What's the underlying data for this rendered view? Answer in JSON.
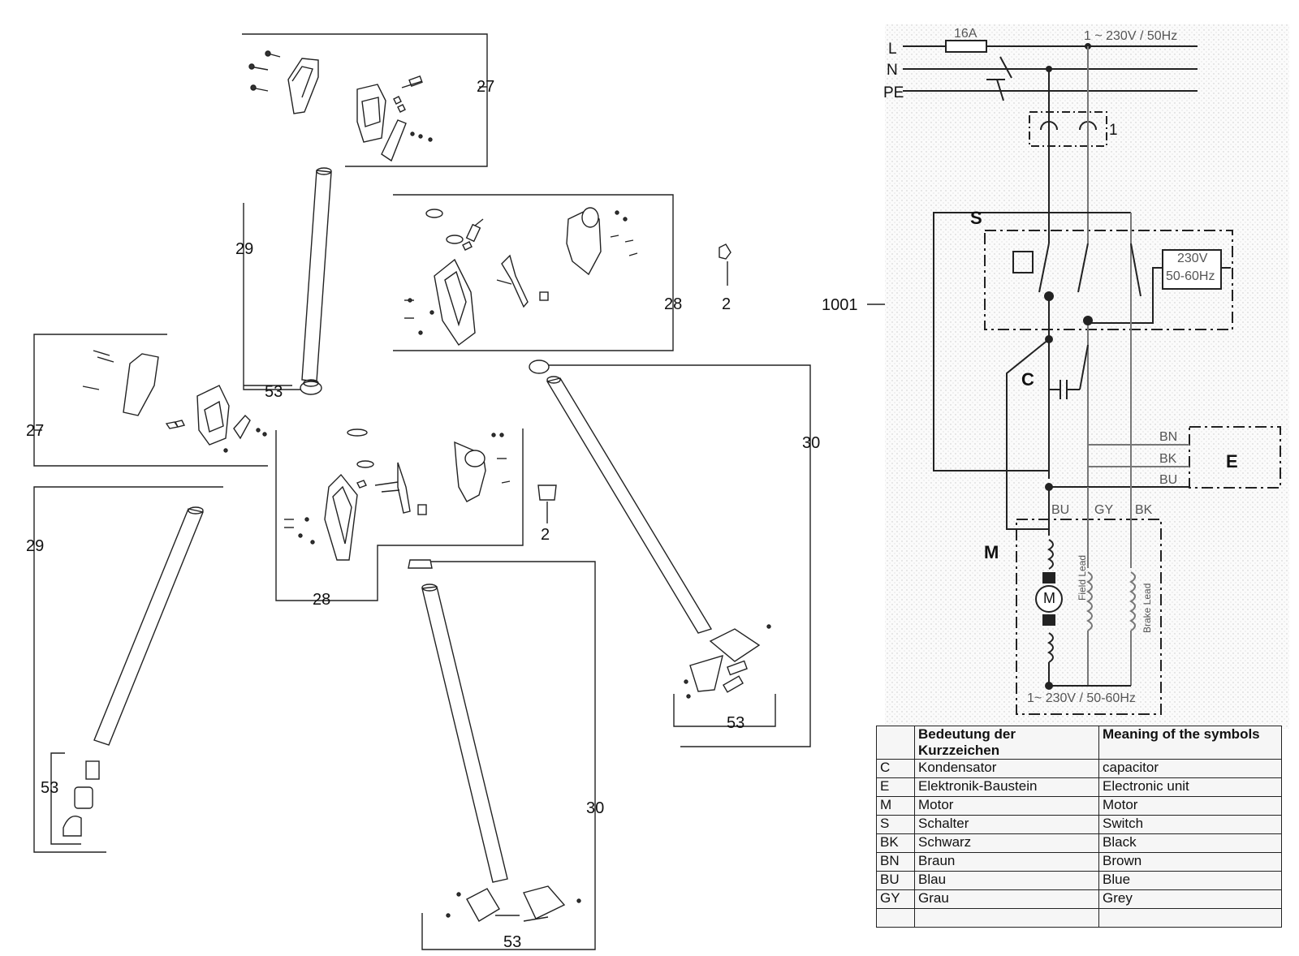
{
  "callouts": {
    "c27_top": "27",
    "c29_top": "29",
    "c28_top": "28",
    "c2_top": "2",
    "c53_top": "53",
    "c27_left": "27",
    "c29_left": "29",
    "c28_mid": "28",
    "c2_mid": "2",
    "c30_right": "30",
    "c53_right": "53",
    "c53_left": "53",
    "c30_mid": "30",
    "c53_bottom": "53",
    "c1001": "1001"
  },
  "wiring": {
    "fuse": "16A",
    "supply": "1 ~ 230V / 50Hz",
    "line_L": "L",
    "line_N": "N",
    "line_PE": "PE",
    "plug_ref": "1",
    "switch_S": "S",
    "electronics_rating_1": "230V",
    "electronics_rating_2": "50-60Hz",
    "capacitor_C": "C",
    "wire_BN": "BN",
    "wire_BK": "BK",
    "wire_BU": "BU",
    "unit_E": "E",
    "motor_BU": "BU",
    "motor_GY": "GY",
    "motor_BK": "BK",
    "motor_M": "M",
    "motor_symbol": "M",
    "field_lead": "Field Lead",
    "brake_lead": "Brake Lead",
    "motor_rating": "1~ 230V / 50-60Hz"
  },
  "legend": {
    "header_de": "Bedeutung der Kurzzeichen",
    "header_en": "Meaning of the symbols",
    "rows": [
      {
        "code": "C",
        "de": "Kondensator",
        "en": "capacitor"
      },
      {
        "code": "E",
        "de": "Elektronik-Baustein",
        "en": "Electronic unit"
      },
      {
        "code": "M",
        "de": "Motor",
        "en": "Motor"
      },
      {
        "code": "S",
        "de": "Schalter",
        "en": "Switch"
      },
      {
        "code": "BK",
        "de": "Schwarz",
        "en": "Black"
      },
      {
        "code": "BN",
        "de": "Braun",
        "en": "Brown"
      },
      {
        "code": "BU",
        "de": "Blau",
        "en": "Blue"
      },
      {
        "code": "GY",
        "de": "Grau",
        "en": "Grey"
      }
    ]
  },
  "colors": {
    "line": "#222222",
    "wire_grey": "#777777",
    "stipple": "#cfcfcf"
  }
}
